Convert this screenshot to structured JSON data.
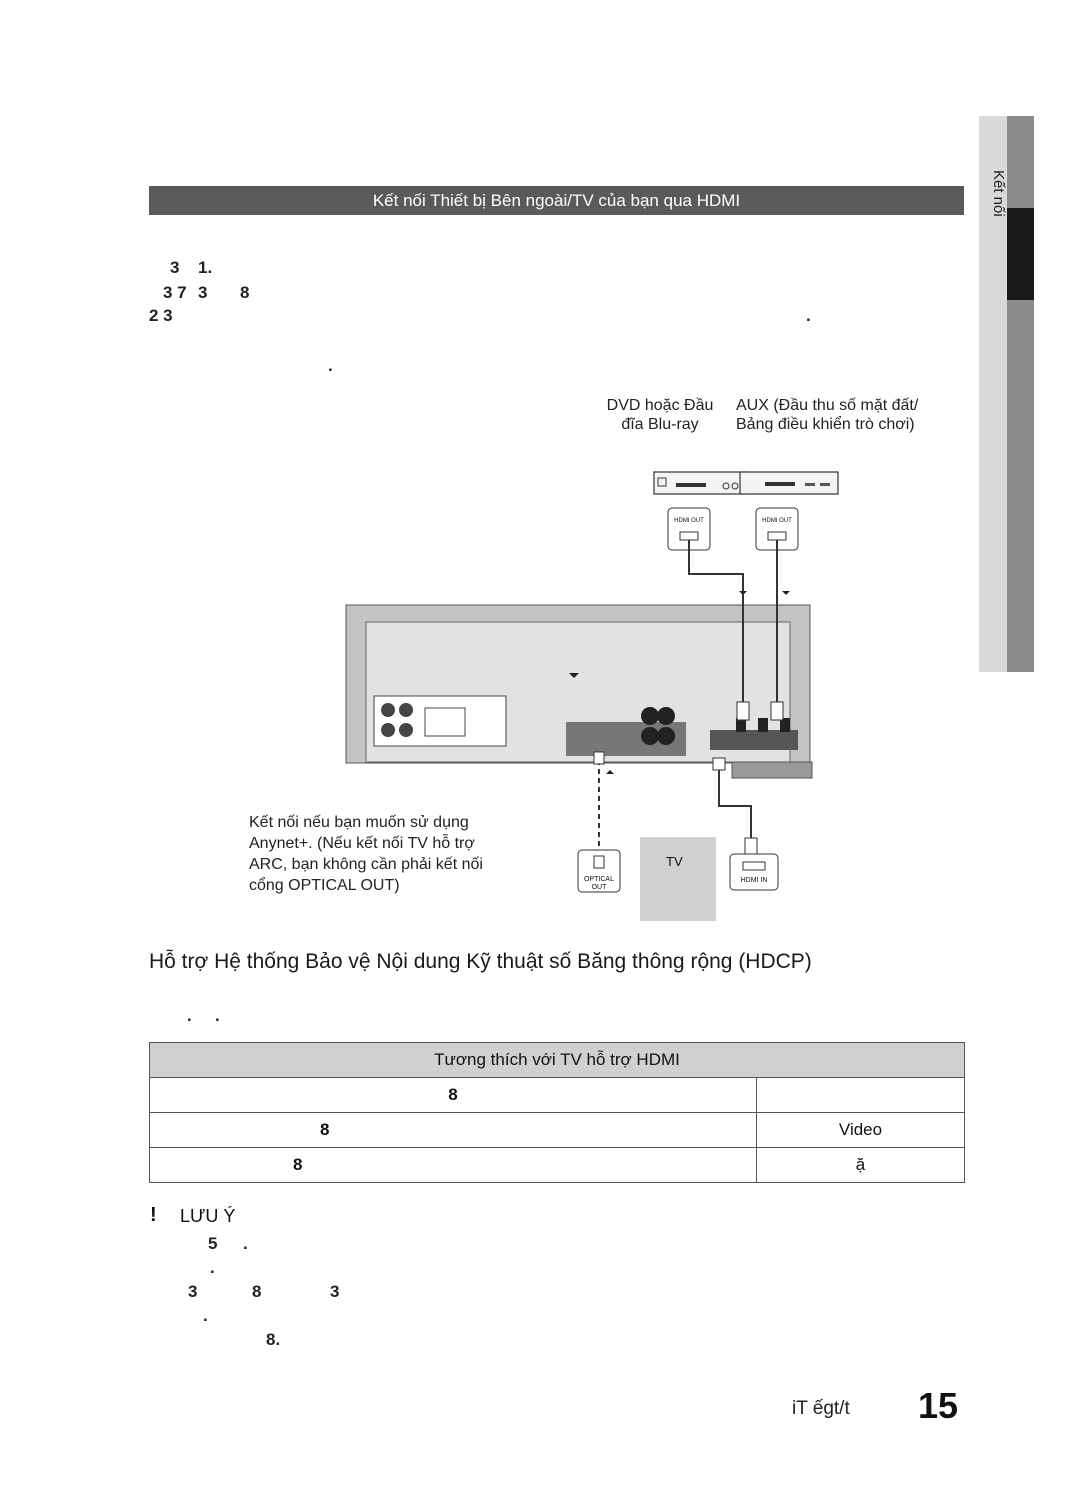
{
  "side_tab": {
    "label": "Kết nối"
  },
  "section_header": "Kết nối Thiết bị Bên ngoài/TV của bạn qua HDMI",
  "intro_fragments": [
    "3",
    "1.",
    "3 7",
    "3",
    "8",
    "2 3",
    ".",
    "."
  ],
  "diagram": {
    "dvd_label_line1": "DVD hoặc Đầu",
    "dvd_label_line2": "đĩa Blu-ray",
    "aux_label_line1": "AUX (Đầu thu số mặt đất/",
    "aux_label_line2": "Bảng điều khiển trò chơi)",
    "hdmi_out_1": "HDMI OUT",
    "hdmi_out_2": "HDMI OUT",
    "tv_label": "TV",
    "optical_label_line1": "OPTICAL",
    "optical_label_line2": "OUT",
    "hdmi_in": "HDMI IN",
    "anynet_note": [
      "Kết nối nếu bạn muốn sử dụng",
      "Anynet+. (Nếu kết nối TV hỗ trợ",
      "ARC, bạn không cần phải kết nối",
      "cổng OPTICAL OUT)"
    ]
  },
  "hdcp_heading": "Hỗ trợ Hệ thống Bảo vệ Nội dung Kỹ thuật số Băng thông rộng (HDCP)",
  "hdcp_fragments": [
    ".",
    "."
  ],
  "table": {
    "header": "Tương thích với TV hỗ trợ HDMI",
    "rows": [
      {
        "left": "8",
        "right": ""
      },
      {
        "left": "8",
        "right": "Video"
      },
      {
        "left": "8",
        "right": "ặ"
      }
    ]
  },
  "note": {
    "icon": "!",
    "title": "LƯU Ý",
    "fragments": [
      "5",
      ".",
      ".",
      "3",
      "8",
      "3",
      ".",
      "8."
    ]
  },
  "footer": {
    "label": "iT ếgt/t",
    "page_number": "15"
  }
}
